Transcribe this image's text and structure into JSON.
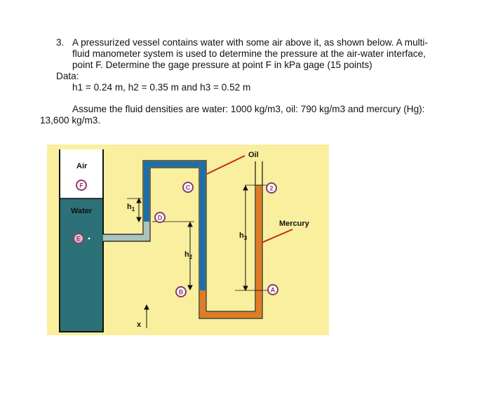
{
  "problem": {
    "number": "3.",
    "line1": "A pressurized vessel contains water with some air above it, as shown below. A multi-",
    "line2": "fluid manometer system is used to determine the pressure at the air-water interface,",
    "line3": "point F. Determine the gage pressure at point F in kPa gage (15 points)",
    "data_label": "Data:",
    "data_values": "h1 = 0.24 m, h2 = 0.35 m and h3 = 0.52 m",
    "assume_line1": "Assume the fluid densities are water: 1000 kg/m3, oil: 790 kg/m3 and mercury (Hg):",
    "assume_line2": "13,600 kg/m3."
  },
  "figure": {
    "labels": {
      "air": "Air",
      "water": "Water",
      "oil": "Oil",
      "mercury": "Mercury",
      "x": "x",
      "h1": "h",
      "h1_sub": "1",
      "h2": "h",
      "h2_sub": "2",
      "h3": "h",
      "h3_sub": "3"
    },
    "points": {
      "F": "F",
      "E": "E",
      "D": "D",
      "C": "C",
      "B": "B",
      "A": "A",
      "two": "2"
    },
    "colors": {
      "background": "#f9ef9e",
      "water": "#2d7178",
      "tube_water": "#a9c4bf",
      "oil": "#1c6fa8",
      "mercury": "#e07b25",
      "leader": "#c22a20"
    }
  }
}
